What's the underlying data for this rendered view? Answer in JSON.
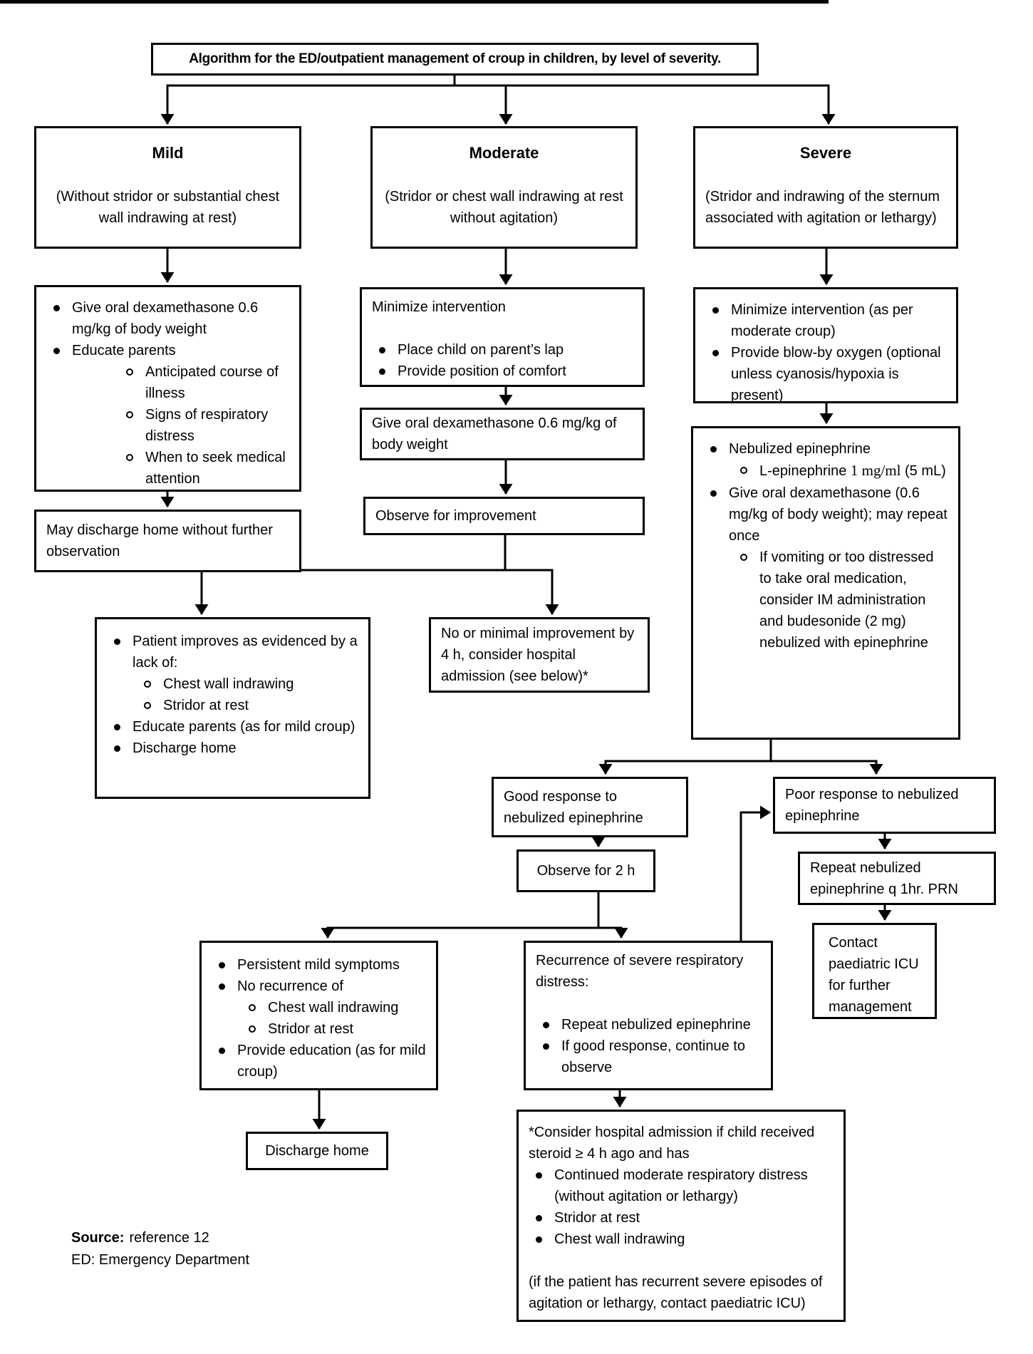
{
  "title": "Algorithm for the ED/outpatient management of croup in children, by level of severity.",
  "severity": {
    "mild": {
      "heading": "Mild",
      "criteria": "(Without stridor or substantial chest wall indrawing at rest)"
    },
    "moderate": {
      "heading": "Moderate",
      "criteria": "(Stridor or chest wall indrawing at rest without agitation)"
    },
    "severe": {
      "heading": "Severe",
      "criteria": "(Stridor and indrawing of the sternum associated with agitation or lethargy)"
    }
  },
  "mild_path": {
    "treatment": {
      "b1": "Give oral dexamethasone 0.6 mg/kg of body weight",
      "b2": "Educate parents",
      "b2_1": "Anticipated course of illness",
      "b2_2": "Signs of respiratory distress",
      "b2_3": "When to seek medical attention"
    },
    "discharge": "May discharge home without further observation"
  },
  "moderate_path": {
    "minimize": {
      "heading": "Minimize intervention",
      "b1": "Place child on parent’s lap",
      "b2": "Provide position of comfort"
    },
    "dexamethasone": "Give oral dexamethasone 0.6 mg/kg of body weight",
    "observe": "Observe for improvement",
    "improves": {
      "b1": "Patient improves as evidenced by a lack of:",
      "b1_1": "Chest wall indrawing",
      "b1_2": "Stridor at rest",
      "b2": "Educate parents (as for mild croup)",
      "b3": "Discharge home"
    },
    "no_improvement": "No or minimal improvement by 4 h, consider hospital admission (see below)*"
  },
  "severe_path": {
    "minimize": {
      "b1": "Minimize intervention (as per moderate croup)",
      "b2": "Provide blow-by oxygen (optional unless cyanosis/hypoxia is present)"
    },
    "epinephrine": {
      "b1": "Nebulized epinephrine",
      "b1_1_pre": "L-epinephrine ",
      "b1_1_serif": "1 mg/ml",
      "b1_1_post": " (5 mL)",
      "b2": "Give oral dexamethasone (0.6 mg/kg of body weight); may repeat once",
      "b2_1": "If vomiting or too distressed to take oral medication, consider IM administration and budesonide (2 mg) nebulized with epinephrine"
    },
    "good_response": "Good response to nebulized epinephrine",
    "poor_response": "Poor response to nebulized epinephrine",
    "observe_2h": "Observe for 2 h",
    "repeat_epi": "Repeat nebulized epinephrine q 1hr. PRN",
    "contact_icu": "Contact paediatric ICU for further management",
    "persistent": {
      "b1": "Persistent mild symptoms",
      "b2": "No recurrence of",
      "b2_1": "Chest wall indrawing",
      "b2_2": "Stridor at rest",
      "b3": "Provide education (as for mild croup)"
    },
    "discharge": "Discharge home",
    "recurrence": {
      "heading": "Recurrence of severe respiratory distress:",
      "b1": "Repeat nebulized epinephrine",
      "b2": "If good response, continue to observe"
    }
  },
  "footnote": {
    "intro": "*Consider hospital admission if child received steroid ≥ 4 h ago and has",
    "b1": "Continued moderate respiratory distress (without agitation or lethargy)",
    "b2": "Stridor at rest",
    "b3": "Chest wall indrawing",
    "outro": "(if the patient has recurrent severe episodes of agitation or lethargy, contact paediatric ICU)"
  },
  "footer": {
    "source_label": "Source:",
    "source_value": "reference 12",
    "abbrev": "ED: Emergency Department"
  }
}
